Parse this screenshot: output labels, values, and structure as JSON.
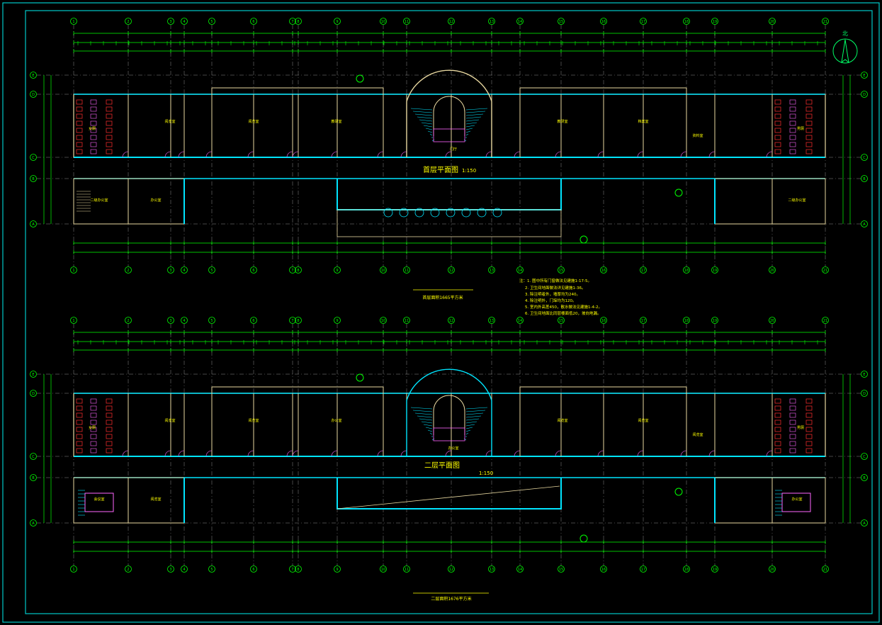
{
  "drawing": {
    "colors": {
      "background": "#000000",
      "frame": "#00c8c8",
      "axis_line": "#ffffff",
      "dimension": "#00ff00",
      "wall": "#e8d8a0",
      "glazing": "#00e5ff",
      "door": "#ff66ff",
      "text": "#ffff00",
      "grid_bubble": "#00ff00",
      "fixture": "#ff3030"
    },
    "compass_label": "北",
    "plans": [
      {
        "id": "first-floor",
        "title": "首层平面图",
        "scale": "1:150",
        "area_note": "首层面积1665平方米",
        "rooms": [
          "二级办公室",
          "办公室",
          "阅览室",
          "阅览室",
          "教研室",
          "教研室",
          "档案室",
          "资料室",
          "二级办公室",
          "女厕",
          "男厕",
          "门厅"
        ],
        "notes": [
          "注：1. 图中所有门窗做法见建施1-17-5。",
          "2. 卫生间地面做法详见建施1-36。",
          "3. 除注明者外，墙厚均为240。",
          "4. 除注明外，门垛均为120。",
          "5. 室内外高差450，散水做法见建施1-4-2。",
          "6. 卫生间地面比同层楼面低20，坡向地漏。"
        ]
      },
      {
        "id": "second-floor",
        "title": "二层平面图",
        "scale": "1:150",
        "area_note": "二层面积1676平方米",
        "rooms": [
          "会议室",
          "阅览室",
          "阅览室",
          "阅览室",
          "办公室",
          "阅览室",
          "阅览室",
          "阅览室",
          "办公室",
          "女厕",
          "男厕",
          "办公室"
        ]
      }
    ],
    "axis_labels_x": [
      "1",
      "2",
      "3",
      "4",
      "5",
      "6",
      "7",
      "8",
      "9",
      "10",
      "11",
      "12",
      "13",
      "14",
      "15",
      "16",
      "17",
      "18",
      "19",
      "20",
      "21"
    ],
    "axis_labels_y": [
      "A",
      "B",
      "C",
      "D",
      "E"
    ]
  }
}
